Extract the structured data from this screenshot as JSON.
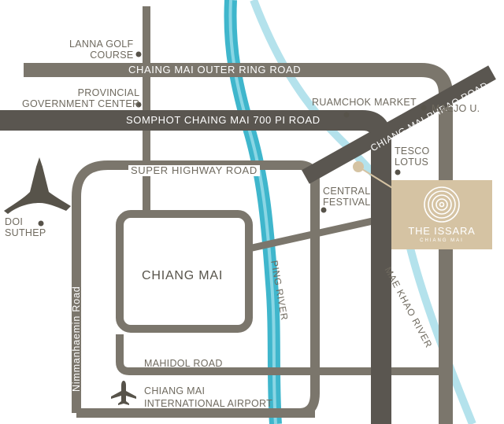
{
  "colors": {
    "road": "#7b766c",
    "road_dark": "#5a5650",
    "river": "#3fb6cc",
    "river_light": "#b4e2ec",
    "brand": "#d5c3a3",
    "label": "#6f6a5f"
  },
  "labels": {
    "lanna_golf": [
      "LANNA GOLF",
      "COURSE"
    ],
    "provincial": [
      "PROVINCIAL",
      "GOVERNMENT CENTER"
    ],
    "outer_ring": "CHAING MAI OUTER RING ROAD",
    "somphot": "SOMPHOT CHAING MAI 700 PI ROAD",
    "ruamchok": "RUAMCHOK MARKET",
    "phrao": "CHIANG MAI-PHRAO ROAD",
    "maejo": "MAEJO U.",
    "tesco": [
      "TESCO",
      "LOTUS"
    ],
    "super_highway": "SUPER HIGHWAY ROAD",
    "central": [
      "CENTRAL",
      "FESTIVAL"
    ],
    "doi_suthep": [
      "DOI",
      "SUTHEP"
    ],
    "city": "CHIANG MAI",
    "nimmanhaemin": "Nimmanhaemin Road",
    "ping_river": "PING RIVER",
    "mae_khao": "MAE KHAO RIVER",
    "mahidol": "MAHIDOL ROAD",
    "airport": [
      "CHIANG MAI",
      "INTERNATIONAL AIRPORT"
    ]
  },
  "brand": {
    "name": "THE ISSARA",
    "sub": "CHIANG MAI"
  },
  "icons": {
    "airport": "airplane-icon",
    "mountain": "temple-mountain-icon",
    "logo": "concentric-circles-logo-icon"
  }
}
